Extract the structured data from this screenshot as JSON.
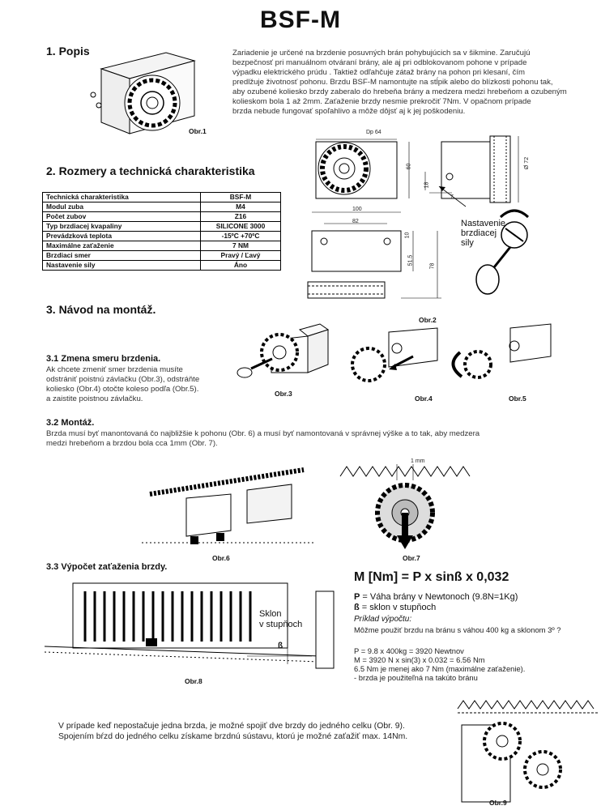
{
  "title": "BSF-M",
  "sections": {
    "s1": "1. Popis",
    "s2": "2. Rozmery a technická charakteristika",
    "s3": "3. Návod na montáž."
  },
  "description": [
    "Zariadenie je určené na brzdenie posuvných brán pohybujúcich sa v šikmine. Zaručujú",
    "bezpečnosť pri manuálnom otváraní brány, ale aj pri odblokovanom pohone v prípade",
    "výpadku elektrického prúdu . Taktiež odľahčuje zátaž brány na pohon pri klesaní, čím",
    "predlžuje životnosť pohonu. Brzdu BSF-M namontujte na stĺpik alebo do blízkosti pohonu tak,",
    "aby ozubené koliesko brzdy zaberalo do hrebeňa brány a medzera medzi hrebeňom a ozubeným",
    "kolieskom bola 1 až 2mm. Zaťaženie brzdy nesmie prekročiť 7Nm. V opačnom prípade",
    "brzda nebude fungovať  spoľahlivo a môže dôjsť aj k jej poškodeniu."
  ],
  "spec_table": {
    "header": [
      "Technická charakteristika",
      "BSF-M"
    ],
    "rows": [
      [
        "Modul zuba",
        "M4"
      ],
      [
        "Počet zubov",
        "Z16"
      ],
      [
        "Typ brzdiacej kvapaliny",
        "SILICONE 3000"
      ],
      [
        "Prevádzková teplota",
        "-15ºC +70ºC"
      ],
      [
        "Maximálne zaťaženie",
        "7 NM"
      ],
      [
        "Brzdiaci smer",
        "Pravý / Ľavý"
      ],
      [
        "Nastavenie sily",
        "Áno"
      ]
    ]
  },
  "dimensions": {
    "dp": "Dp 64",
    "h60": "60",
    "d72": "Ø 72",
    "d18": "18",
    "d7": "7",
    "w100": "100",
    "w82": "82",
    "h10": "10",
    "h51": "51.5",
    "h78": "78",
    "adjust_label": [
      "Nastavenie",
      "brzdiacej",
      "sily"
    ]
  },
  "captions": {
    "obr1": "Obr.1",
    "obr2": "Obr.2",
    "obr3": "Obr.3",
    "obr4": "Obr.4",
    "obr5": "Obr.5",
    "obr6": "Obr.6",
    "obr7": "Obr.7",
    "obr8": "Obr.8",
    "obr9": "Obr.9"
  },
  "s31": {
    "title": "3.1 Zmena smeru brzdenia.",
    "lines": [
      "Ak chcete zmeniť smer brzdenia musíte",
      "odstrániť poistnú závlačku (Obr.3), odstráňte",
      " koliesko (Obr.4) otočte koleso podľa (Obr.5).",
      "a zaistite poistnou závlačku."
    ]
  },
  "s32": {
    "title": "3.2 Montáž.",
    "lines": [
      "Brzda musí byť manontovaná čo najbližšie k pohonu (Obr. 6) a musí byť namontovaná v správnej výške a to tak, aby medzera",
      "medzi hrebeňom a brzdou bola cca 1mm (Obr. 7)."
    ],
    "gap": "1 mm"
  },
  "s33": {
    "title": "3.3 Výpočet zaťaženia brzdy.",
    "slope_label": [
      "Sklon",
      "v stupňoch"
    ],
    "beta": "ß",
    "formula": "M [Nm] = P x sinß x 0,032",
    "p_def_key": "P",
    "p_def": " = Váha brány v Newtonoch (9.8N=1Kg)",
    "b_def_key": "ß",
    "b_def": " = sklon v stupňoch",
    "example_title": "Príklad výpočtu:",
    "example_q": "Môžme použiť brzdu na bránu s váhou 400 kg a sklonom 3º ?",
    "calc": [
      "P  =  9.8 x 400kg = 3920 Newtnov",
      "M = 3920 N x sin(3)  x 0.032 = 6.56 Nm",
      "6.5  Nm je menej ako  7  Nm (maximálne zaťaženie).",
      " - brzda je použiteľná na takúto bránu"
    ]
  },
  "footer": [
    "V prípade keď nepostačuje jedna brzda, je možné spojiť dve brzdy do jedného celku (Obr. 9).",
    "Spojením bŕzd do jedného celku získame brzdnú sústavu, ktorú je možné zaťažiť max. 14Nm."
  ]
}
